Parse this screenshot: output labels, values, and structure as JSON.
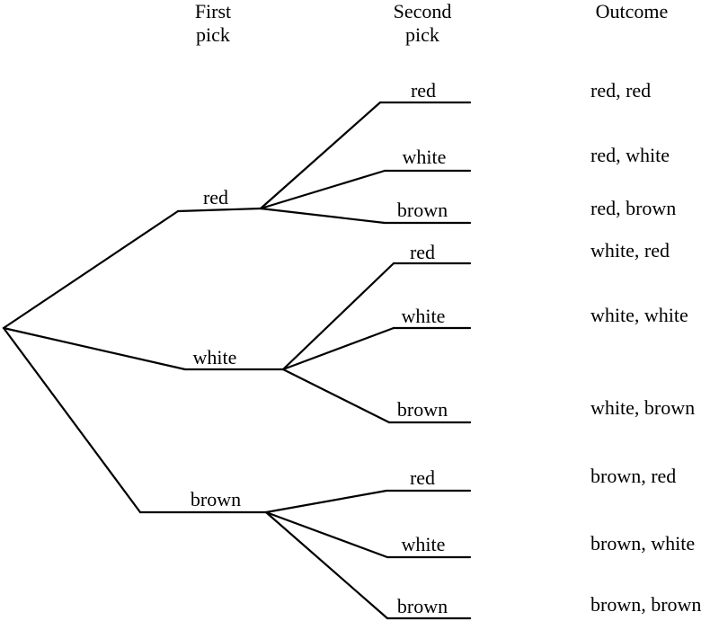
{
  "headers": {
    "first_pick": [
      "First",
      "pick"
    ],
    "second_pick": [
      "Second",
      "pick"
    ],
    "outcome": "Outcome"
  },
  "tree": {
    "first_picks": [
      {
        "label": "red",
        "second_picks": [
          "red",
          "white",
          "brown"
        ],
        "outcomes": [
          "red, red",
          "red, white",
          "red, brown"
        ]
      },
      {
        "label": "white",
        "second_picks": [
          "red",
          "white",
          "brown"
        ],
        "outcomes": [
          "white, red",
          "white, white",
          "white, brown"
        ]
      },
      {
        "label": "brown",
        "second_picks": [
          "red",
          "white",
          "brown"
        ],
        "outcomes": [
          "brown, red",
          "brown, white",
          "brown, brown"
        ]
      }
    ]
  }
}
